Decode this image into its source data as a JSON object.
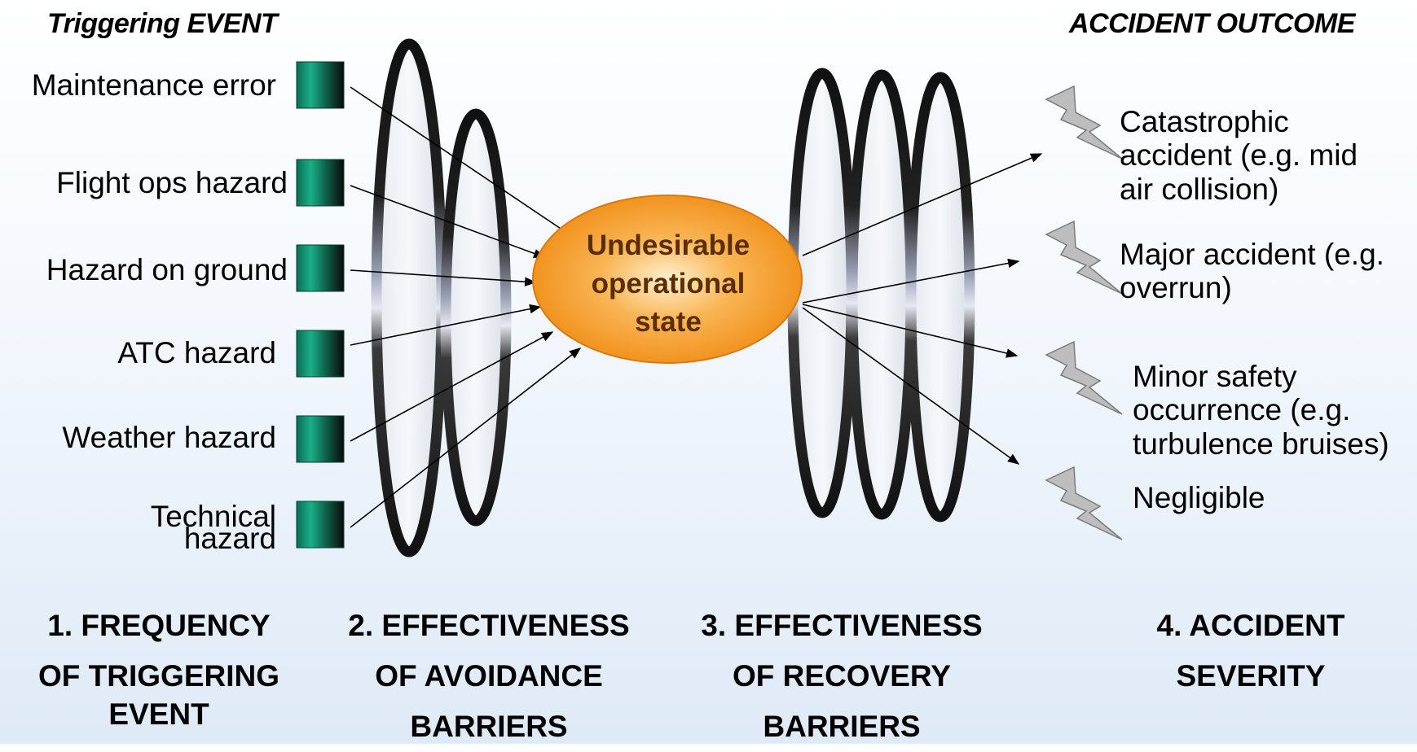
{
  "headers": {
    "triggering": "Triggering EVENT",
    "outcome": "ACCIDENT OUTCOME"
  },
  "triggers": [
    "Maintenance error",
    "Flight ops hazard",
    "Hazard on ground",
    "ATC hazard",
    "Weather hazard",
    "Technical hazard"
  ],
  "center_state": [
    "Undesirable",
    "operational",
    "state"
  ],
  "outcomes": [
    [
      "Catastrophic",
      "accident (e.g. mid",
      "air collision)"
    ],
    [
      "Major accident (e.g.",
      "overrun)"
    ],
    [
      "Minor safety",
      "occurrence (e.g.",
      "turbulence bruises)"
    ],
    [
      "Negligible"
    ]
  ],
  "footer": [
    [
      "1. FREQUENCY",
      "OF TRIGGERING",
      "EVENT"
    ],
    [
      "2. EFFECTIVENESS",
      "OF AVOIDANCE",
      "BARRIERS"
    ],
    [
      "3. EFFECTIVENESS",
      "OF RECOVERY",
      "BARRIERS"
    ],
    [
      "4. ACCIDENT",
      "SEVERITY"
    ]
  ],
  "colors": {
    "trigger_box": "#14a47c",
    "center_fill": "#f59a24",
    "center_text": "#5a2e00",
    "ring": "#101010",
    "bolt": "#b8b8b8"
  },
  "icons": {
    "trigger": "gradient-box-icon",
    "outcome": "lightning-bolt-icon",
    "barrier": "ring-barrier"
  }
}
